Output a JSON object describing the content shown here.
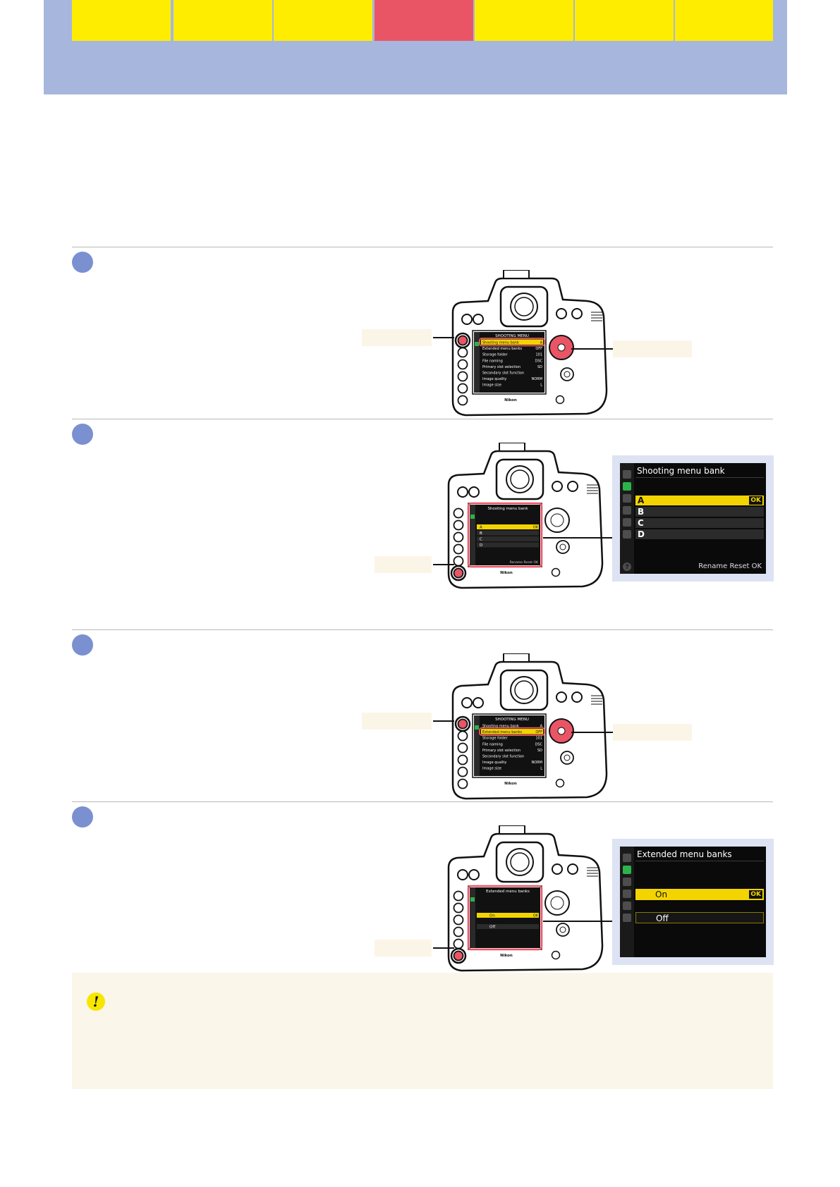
{
  "colors": {
    "header_band": "#a6b6dd",
    "tab": "#ffed00",
    "tab_active": "#ea5566",
    "step_circle": "#7b90d0",
    "note_background": "#faf6ea",
    "caution_icon": "#f6e600"
  },
  "header": {
    "tabs": [
      {
        "active": false
      },
      {
        "active": false
      },
      {
        "active": false
      },
      {
        "active": true
      },
      {
        "active": false
      },
      {
        "active": false
      },
      {
        "active": false
      }
    ]
  },
  "steps": [
    {
      "camera": {
        "lcd_title": "SHOOTING MENU",
        "lcd_rows": [
          {
            "label": "Shooting menu bank",
            "value": "A",
            "highlight": true
          },
          {
            "label": "Extended menu banks",
            "value": "OFF",
            "highlight": false
          },
          {
            "label": "Storage folder",
            "value": "101",
            "highlight": false
          },
          {
            "label": "File naming",
            "value": "DSC",
            "highlight": false
          },
          {
            "label": "Primary slot selection",
            "value": "SD",
            "highlight": false
          },
          {
            "label": "Secondary slot function",
            "value": "",
            "highlight": false
          },
          {
            "label": "Image quality",
            "value": "NORM",
            "highlight": false
          },
          {
            "label": "Image size",
            "value": "L",
            "highlight": false
          }
        ],
        "brand": "Nikon"
      }
    },
    {
      "camera": {
        "lcd_title": "Shooting menu bank",
        "lcd_rows": [
          {
            "label": "A",
            "value": "OK",
            "highlight": true
          },
          {
            "label": "B",
            "value": "",
            "highlight": false
          },
          {
            "label": "C",
            "value": "",
            "highlight": false
          },
          {
            "label": "D",
            "value": "",
            "highlight": false
          }
        ],
        "lcd_footer": "Rename  Reset  OK",
        "brand": "Nikon"
      },
      "panel": {
        "title": "Shooting menu bank",
        "rows": [
          {
            "letter": "A",
            "selected": true,
            "ok": "OK"
          },
          {
            "letter": "B",
            "selected": false,
            "ok": ""
          },
          {
            "letter": "C",
            "selected": false,
            "ok": ""
          },
          {
            "letter": "D",
            "selected": false,
            "ok": ""
          }
        ],
        "footer": "Rename  Reset  OK",
        "help_glyph": "?"
      }
    },
    {
      "camera": {
        "lcd_title": "SHOOTING MENU",
        "lcd_rows": [
          {
            "label": "Shooting menu bank",
            "value": "A",
            "highlight": false
          },
          {
            "label": "Extended menu banks",
            "value": "OFF",
            "highlight": true
          },
          {
            "label": "Storage folder",
            "value": "101",
            "highlight": false
          },
          {
            "label": "File naming",
            "value": "DSC",
            "highlight": false
          },
          {
            "label": "Primary slot selection",
            "value": "SD",
            "highlight": false
          },
          {
            "label": "Secondary slot function",
            "value": "",
            "highlight": false
          },
          {
            "label": "Image quality",
            "value": "NORM",
            "highlight": false
          },
          {
            "label": "Image size",
            "value": "L",
            "highlight": false
          }
        ],
        "brand": "Nikon"
      }
    },
    {
      "camera": {
        "lcd_title": "Extended menu banks",
        "lcd_rows": [
          {
            "label": "On",
            "value": "OK",
            "highlight": true
          },
          {
            "label": "Off",
            "value": "",
            "highlight": false
          }
        ],
        "brand": "Nikon"
      },
      "panel": {
        "title": "Extended menu banks",
        "options": [
          {
            "label": "On",
            "selected": true,
            "ok": "OK"
          },
          {
            "label": "Off",
            "selected": false,
            "ok": ""
          }
        ]
      }
    }
  ],
  "note": {
    "icon": "caution-icon",
    "icon_glyph": "!"
  }
}
